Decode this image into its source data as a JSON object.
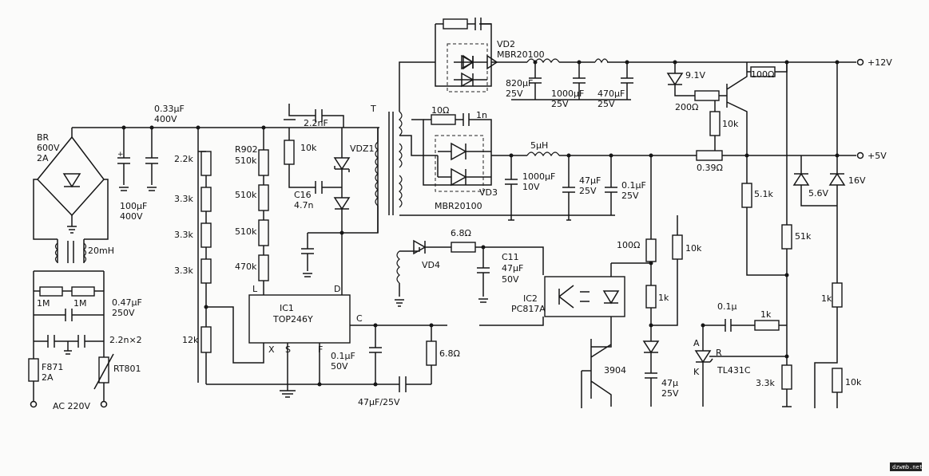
{
  "labels": {
    "br": "BR",
    "br_v": "600V",
    "br_a": "2A",
    "c_in": "0.33μF",
    "c_in_v": "400V",
    "c_bulk": "100μF",
    "c_bulk_v": "400V",
    "l_in": "20mH",
    "r1": "1M",
    "r2": "1M",
    "c_x": "0.47μF",
    "c_x_v": "250V",
    "c_y": "2.2n×2",
    "fuse": "F871",
    "fuse_a": "2A",
    "ntc": "RT801",
    "ac": "AC 220V",
    "r_22k": "2.2k",
    "r_33k_1": "3.3k",
    "r_33k_2": "3.3k",
    "r_33k_3": "3.3k",
    "r_12k": "12k",
    "r902": "R902",
    "r902_v": "510k",
    "r_510k_1": "510k",
    "r_510k_2": "510k",
    "r_470k": "470k",
    "r_10k_snub": "10k",
    "c16": "C16",
    "c16_v": "4.7n",
    "c_22nf": "2.2nF",
    "vdz1": "VDZ1",
    "t": "T",
    "ic1": "IC1",
    "ic1_part": "TOP246Y",
    "pin_l": "L",
    "pin_d": "D",
    "pin_x": "X",
    "pin_s": "S",
    "pin_f": "F",
    "pin_c": "C",
    "c_01": "0.1μF",
    "c_01_v": "50V",
    "r_68_c": "6.8Ω",
    "c_47_25": "47μF/25V",
    "vd2": "VD2",
    "vd2_part": "MBR20100",
    "vd3": "VD3",
    "vd3_part": "MBR20100",
    "c_820": "820μF",
    "c_820_v": "25V",
    "c_1000_12": "1000μF",
    "c_1000_12_v": "25V",
    "c_470": "470μF",
    "c_470_v": "25V",
    "z_91": "9.1V",
    "r_100_top": "100Ω",
    "r_200": "200Ω",
    "r_10k_q": "10k",
    "out_12": "+12V",
    "r_10_snub": "10Ω",
    "c_1n": "1n",
    "l_5uh": "5μH",
    "r_039": "0.39Ω",
    "out_5": "+5V",
    "c_1000_5": "1000μF",
    "c_1000_5_v": "10V",
    "c_47_5": "47μF",
    "c_47_5_v": "25V",
    "c_01_5": "0.1μF",
    "c_01_5_v": "25V",
    "z_56": "5.6V",
    "z_16": "16V",
    "r_51k_a": "5.1k",
    "r_51k_b": "51k",
    "vd4": "VD4",
    "r_68_b": "6.8Ω",
    "c11": "C11",
    "c11_v": "47μF",
    "c11_vv": "50V",
    "ic2": "IC2",
    "ic2_part": "PC817A",
    "r_100_o": "100Ω",
    "r_10k_o": "10k",
    "r_1k_a": "1k",
    "c_01u": "0.1μ",
    "r_1k_b": "1k",
    "r_1k_c": "1k",
    "tl_a": "A",
    "tl_r": "R",
    "tl_k": "K",
    "tl_part": "TL431C",
    "q_3904": "3904",
    "c_47_fb": "47μ",
    "c_47_fb_v": "25V",
    "r_33k_fb": "3.3k",
    "r_10k_fb": "10k",
    "watermark": "dzwmb.net"
  }
}
